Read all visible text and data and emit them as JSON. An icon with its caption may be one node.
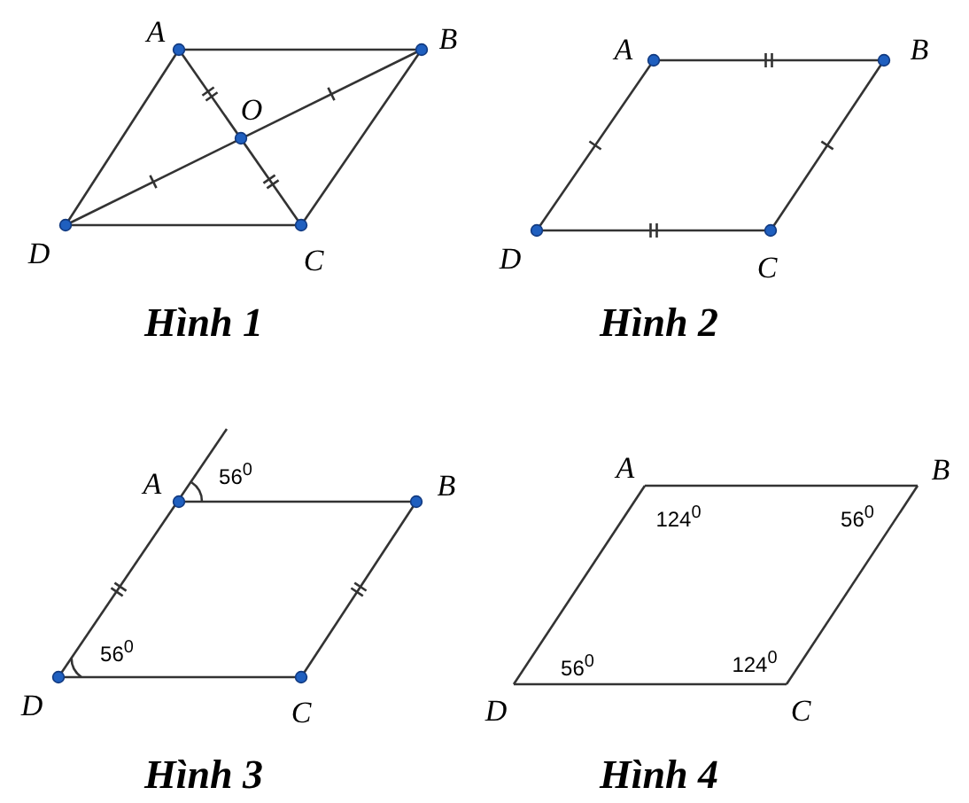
{
  "diagram": {
    "labels": [
      "A",
      "B",
      "O",
      "D",
      "C",
      "Hình 1",
      "A",
      "B",
      "D",
      "C",
      "Hình 2",
      "A",
      "56$^{0}$",
      "B",
      "56$^{0}$",
      "D",
      "C",
      "Hình 3",
      "A",
      "B",
      "124$^{0}$",
      "56$^{0}$",
      "56$^{0}$",
      "124$^{0}$",
      "D",
      "C",
      "Hình 4"
    ]
  }
}
